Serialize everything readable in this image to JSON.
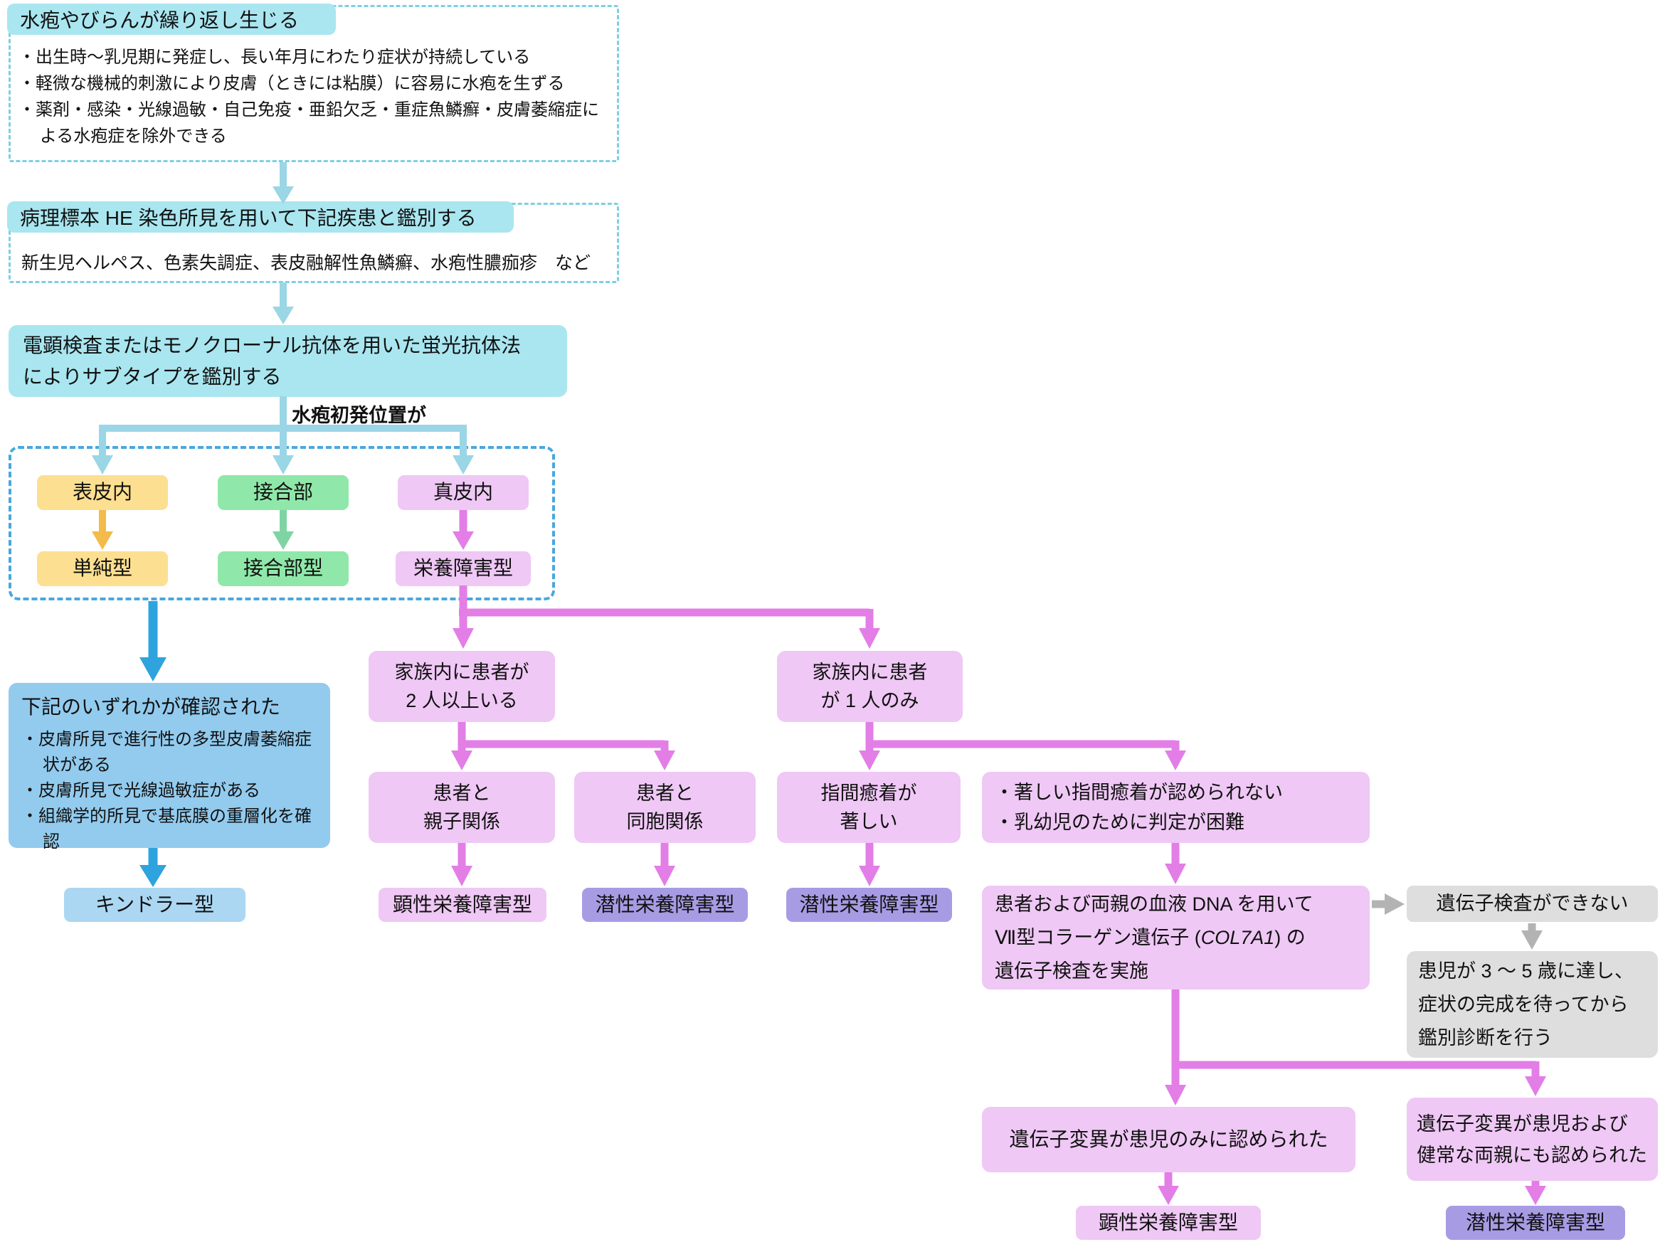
{
  "colors": {
    "cyan_fill": "#a9e6f0",
    "cyan_dash": "#7ecfe2",
    "cyan_arrow": "#9ad6e5",
    "blue_dash": "#4aa7dd",
    "yellow_fill": "#fcdf90",
    "yellow_arrow": "#f2bb4a",
    "green_fill": "#8fe8a9",
    "green_arrow": "#7fd4a4",
    "pink_fill": "#efc8f5",
    "magenta_arrow": "#e27ee6",
    "blue_fill": "#92cbee",
    "lightblue_fill": "#abd7f2",
    "blue_arrow": "#2fa3dd",
    "purple_fill": "#a79ce4",
    "gray_fill": "#dedede",
    "gray_arrow": "#b3b3b3"
  },
  "nodes": {
    "entry": {
      "title": "水疱やびらんが繰り返し生じる",
      "bullets": [
        "・出生時〜乳児期に発症し、長い年月にわたり症状が持続している",
        "・軽微な機械的刺激により皮膚（ときには粘膜）に容易に水疱を生ずる",
        "・薬剤・感染・光線過敏・自己免疫・亜鉛欠乏・重症魚鱗癬・皮膚萎縮症による水疱症を除外できる"
      ]
    },
    "pathology": {
      "title": "病理標本 HE 染色所見を用いて下記疾患と鑑別する",
      "note": "新生児ヘルペス、色素失調症、表皮融解性魚鱗癬、水疱性膿痂疹　など"
    },
    "subtype_method": {
      "lines": [
        "電顕検査またはモノクローナル抗体を用いた蛍光抗体法",
        "によりサブタイプを鑑別する"
      ]
    },
    "branch_label": "水疱初発位置が",
    "intraepidermal": {
      "label": "表皮内"
    },
    "junctional_site": {
      "label": "接合部"
    },
    "intradermal": {
      "label": "真皮内"
    },
    "simplex": {
      "label": "単純型"
    },
    "junctional": {
      "label": "接合部型"
    },
    "dystrophic": {
      "label": "栄養障害型"
    },
    "kindler_criteria": {
      "title": "下記のいずれかが確認された",
      "bullets": [
        "・皮膚所見で進行性の多型皮膚萎縮症状がある",
        "・皮膚所見で光線過敏症がある",
        "・組織学的所見で基底膜の重層化を確認"
      ]
    },
    "kindler": {
      "label": "キンドラー型"
    },
    "family_multiple": {
      "lines": [
        "家族内に患者が",
        "2 人以上いる"
      ]
    },
    "family_single": {
      "lines": [
        "家族内に患者",
        "が 1 人のみ"
      ]
    },
    "parent_child": {
      "lines": [
        "患者と",
        "親子関係"
      ]
    },
    "sibling": {
      "lines": [
        "患者と",
        "同胞関係"
      ]
    },
    "webbing": {
      "lines": [
        "指間癒着が",
        "著しい"
      ]
    },
    "no_webbing": {
      "lines": [
        "・著しい指間癒着が認められない",
        "・乳幼児のために判定が困難"
      ]
    },
    "dominant_dystrophic_1": {
      "label": "顕性栄養障害型"
    },
    "recessive_dystrophic_1": {
      "label": "潜性栄養障害型"
    },
    "recessive_dystrophic_2": {
      "label": "潜性栄養障害型"
    },
    "dna_test": {
      "line1": "患者および両親の血液 DNA を用いて",
      "line2_pre": "Ⅶ型コラーゲン遺伝子 (",
      "line2_gene": "COL7A1",
      "line2_post": ") の",
      "line3": "遺伝子検査を実施"
    },
    "no_gene_test": {
      "label": "遺伝子検査ができない"
    },
    "wait_diagnosis": {
      "lines": [
        "患児が 3 〜 5 歳に達し、",
        "症状の完成を待ってから",
        "鑑別診断を行う"
      ]
    },
    "mutation_child_only": {
      "label": "遺伝子変異が患児のみに認められた"
    },
    "mutation_child_and_parents": {
      "lines": [
        "遺伝子変異が患児および",
        "健常な両親にも認められた"
      ]
    },
    "dominant_dystrophic_2": {
      "label": "顕性栄養障害型"
    },
    "recessive_dystrophic_3": {
      "label": "潜性栄養障害型"
    }
  }
}
